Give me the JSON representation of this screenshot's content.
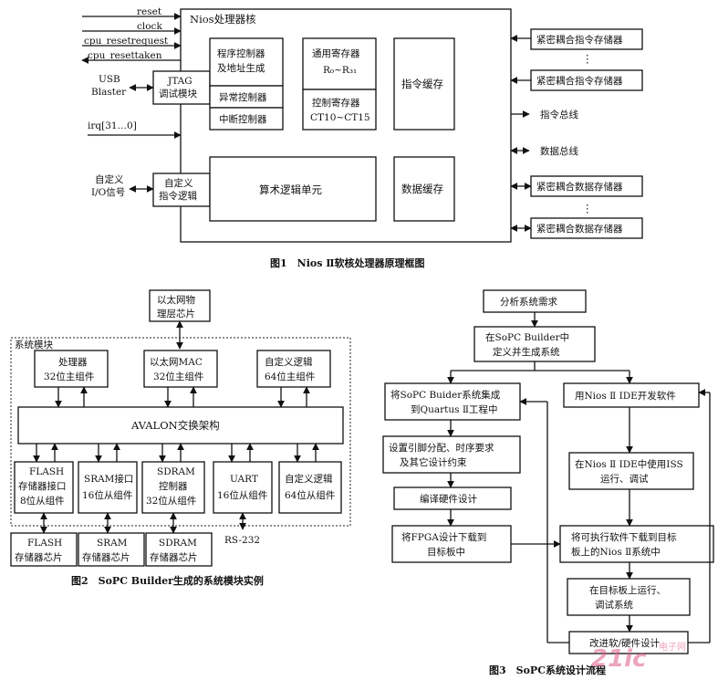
{
  "figure1": {
    "caption": "图1　Nios Ⅱ软核处理器原理框图",
    "core_title": "Nios处理器核",
    "signals": {
      "reset": "reset",
      "clock": "clock",
      "cpu_resetrequest": "cpu_resetrequest",
      "cpu_resettaken": "cpu_resettaken",
      "irq": "irq[31…0]"
    },
    "usb": [
      "USB",
      "Blaster"
    ],
    "custom_io": [
      "自定义",
      "I/O信号"
    ],
    "jtag": [
      "JTAG",
      "调试模块"
    ],
    "custom_logic": [
      "自定义",
      "指令逻辑"
    ],
    "pc_ctrl": [
      "程序控制器",
      "及地址生成"
    ],
    "exception": "异常控制器",
    "interrupt": "中断控制器",
    "gpr": [
      "通用寄存器",
      "R₀~R₃₁"
    ],
    "ctrl_reg": [
      "控制寄存器",
      "CT10~CT15"
    ],
    "icache": "指令缓存",
    "alu": "算术逻辑单元",
    "dcache": "数据缓存",
    "instr_bus": "指令总线",
    "data_bus": "数据总线",
    "tc_instr": "紧密耦合指令存储器",
    "tc_data": "紧密耦合数据存储器",
    "dots": "⋮"
  },
  "figure2": {
    "caption": "图2　SoPC Builder生成的系统模块实例",
    "system_label": "系统模块",
    "eth_phy": [
      "以太网物",
      "理层芯片"
    ],
    "masters": [
      [
        "处理器",
        "32位主组件"
      ],
      [
        "以太网MAC",
        "32位主组件"
      ],
      [
        "自定义逻辑",
        "64位主组件"
      ]
    ],
    "avalon": "AVALON交换架构",
    "slaves": [
      [
        "FLASH",
        "存储器接口",
        "8位从组件"
      ],
      [
        "SRAM接口",
        "16位从组件"
      ],
      [
        "SDRAM",
        "控制器",
        "32位从组件"
      ],
      [
        "UART",
        "16位从组件"
      ],
      [
        "自定义逻辑",
        "64位从组件"
      ]
    ],
    "chips": [
      [
        "FLASH",
        "存储器芯片"
      ],
      [
        "SRAM",
        "存储器芯片"
      ],
      [
        "SDRAM",
        "存储器芯片"
      ]
    ],
    "rs232": "RS-232"
  },
  "figure3": {
    "caption": "图3　SoPC系统设计流程",
    "steps": {
      "analyze": "分析系统需求",
      "define": [
        "在SoPC Builder中",
        "定义并生成系统"
      ],
      "integrate": [
        "将SoPC Buider系统集成",
        "到Quartus Ⅱ工程中"
      ],
      "pins": [
        "设置引脚分配、时序要求",
        "及其它设计约束"
      ],
      "compile": "编译硬件设计",
      "download_fpga": [
        "将FPGA设计下载到",
        "目标板中"
      ],
      "ide": "用Nios Ⅱ IDE开发软件",
      "iss": [
        "在Nios Ⅱ IDE中使用ISS",
        "运行、调试"
      ],
      "download_sw": [
        "将可执行软件下载到目标",
        "板上的Nios Ⅱ系统中"
      ],
      "run": [
        "在目标板上运行、",
        "调试系统"
      ],
      "improve": "改进软/硬件设计"
    }
  },
  "watermark": {
    "logo": "21ic",
    "site": "电子网"
  }
}
